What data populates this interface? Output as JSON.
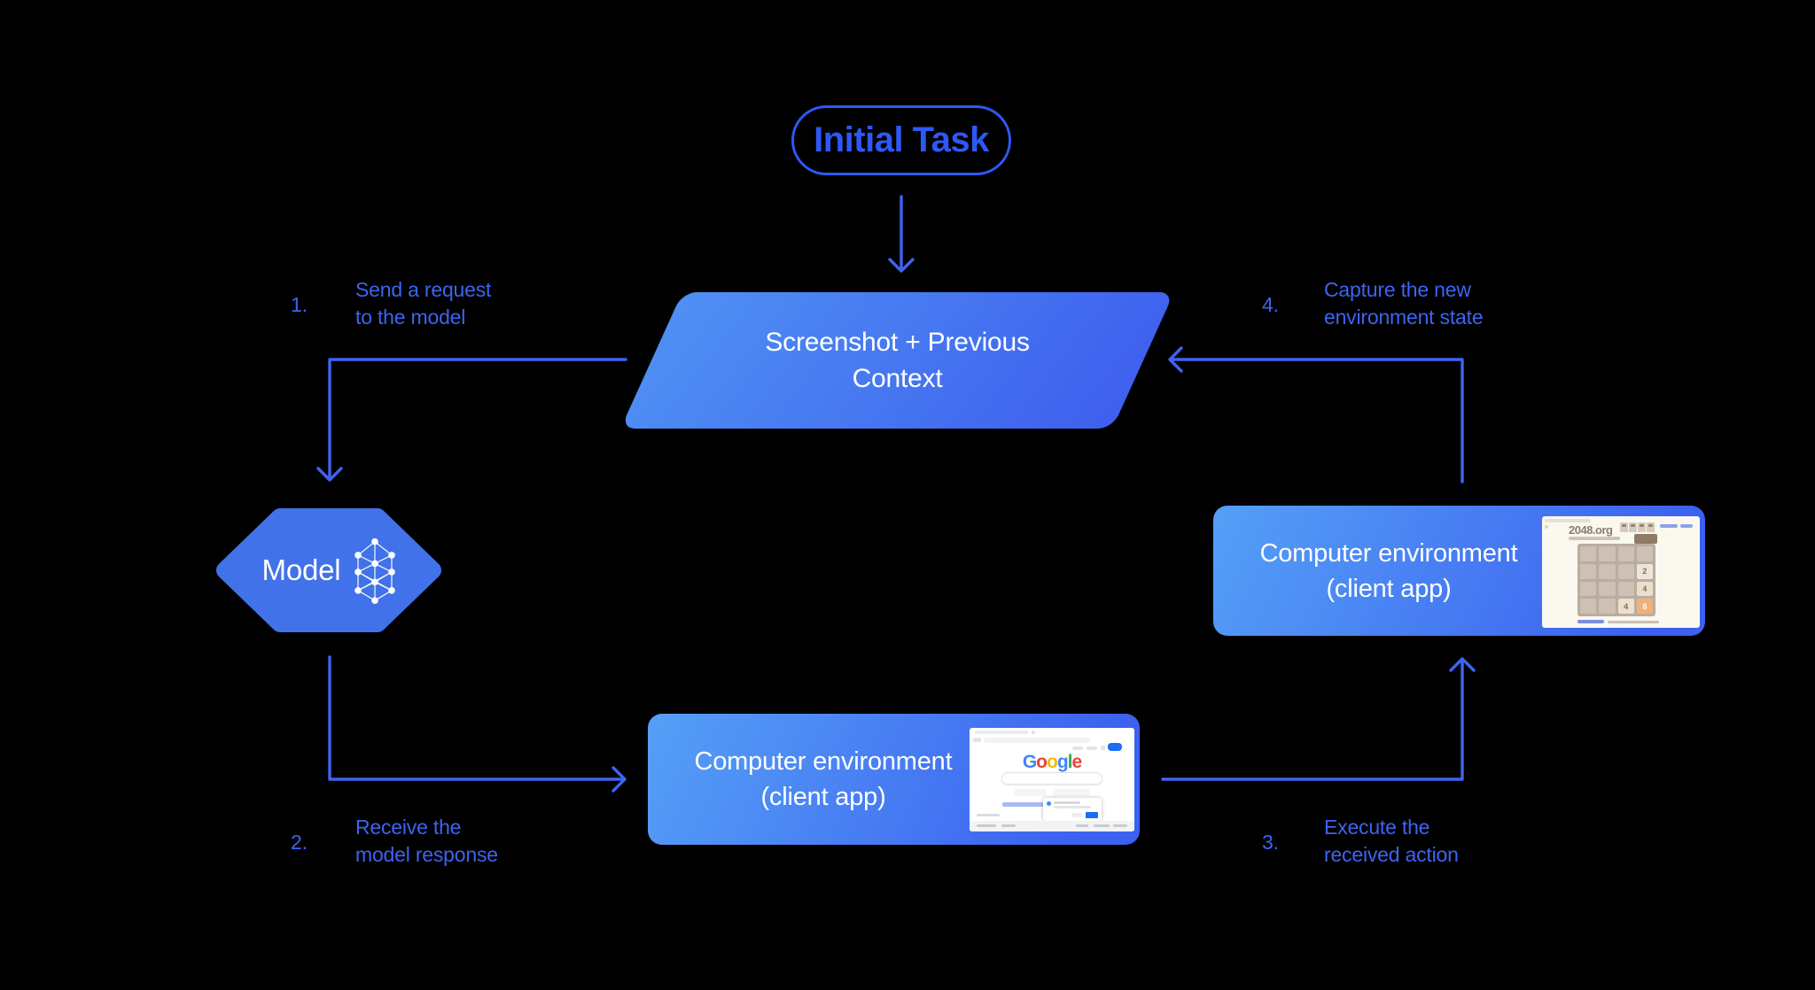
{
  "nodes": {
    "initial_task": {
      "label": "Initial Task"
    },
    "screenshot_context": {
      "line1": "Screenshot + Previous",
      "line2": "Context"
    },
    "model": {
      "label": "Model"
    },
    "env_bottom": {
      "line1": "Computer environment",
      "line2": "(client app)"
    },
    "env_right": {
      "line1": "Computer environment",
      "line2": "(client app)"
    }
  },
  "steps": [
    {
      "num": "1.",
      "line1": "Send a request",
      "line2": "to the model"
    },
    {
      "num": "2.",
      "line1": "Receive the",
      "line2": "model response"
    },
    {
      "num": "3.",
      "line1": "Execute the",
      "line2": "received action"
    },
    {
      "num": "4.",
      "line1": "Capture the new",
      "line2": "environment state"
    }
  ],
  "thumbnails": {
    "google_search": {
      "logo_letters": [
        "G",
        "o",
        "o",
        "g",
        "l",
        "e"
      ]
    },
    "game_2048": {
      "site_title": "2048.org",
      "tile_values": [
        "2",
        "4",
        "4",
        "8"
      ]
    }
  },
  "colors": {
    "background": "#000000",
    "accent_blue": "#2d58f6",
    "label_blue": "#3c64f1",
    "connector_blue": "#3e64f2",
    "node_gradient_start": "#55a0f7",
    "node_gradient_end": "#3c61ef",
    "hexagon_blue": "#4272e9",
    "text_white": "#ffffff",
    "google_blue": "#4285F4",
    "google_red": "#EA4335",
    "google_yellow": "#FBBC05",
    "google_green": "#34A853",
    "tile_orange": "#f2b179"
  }
}
